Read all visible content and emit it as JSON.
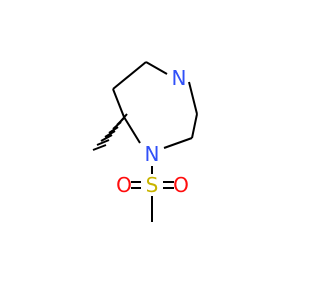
{
  "molecule": {
    "labels": {
      "n_top": "N",
      "n_bottom": "N",
      "sulfur": "S",
      "oxygen_left": "O",
      "oxygen_right": "O"
    },
    "colors": {
      "bond": "#000000",
      "nitrogen": "#3050f8",
      "sulfur": "#c8b400",
      "oxygen": "#ff0d0d"
    }
  }
}
